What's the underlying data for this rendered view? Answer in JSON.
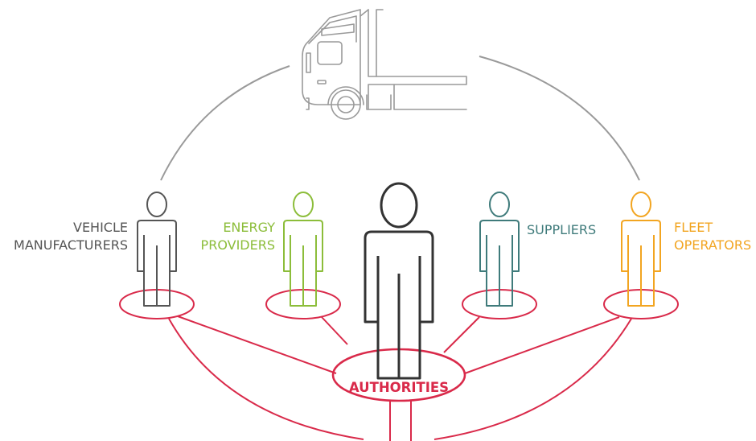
{
  "colors": {
    "gray": "#555555",
    "truck": "#9a9a9a",
    "green": "#8cbd3a",
    "teal": "#3f7b7b",
    "orange": "#f2a521",
    "red": "#d92a4a",
    "dark": "#333333"
  },
  "stakeholders": {
    "vehicle_manufacturers": [
      "VEHICLE",
      "MANUFACTURERS"
    ],
    "energy_providers": [
      "ENERGY",
      "PROVIDERS"
    ],
    "suppliers": [
      "SUPPLIERS"
    ],
    "fleet_operators": [
      "FLEET",
      "OPERATORS"
    ],
    "authorities": "AUTHORITIES"
  },
  "icons": {
    "truck": "truck-icon",
    "person": "person-icon"
  }
}
